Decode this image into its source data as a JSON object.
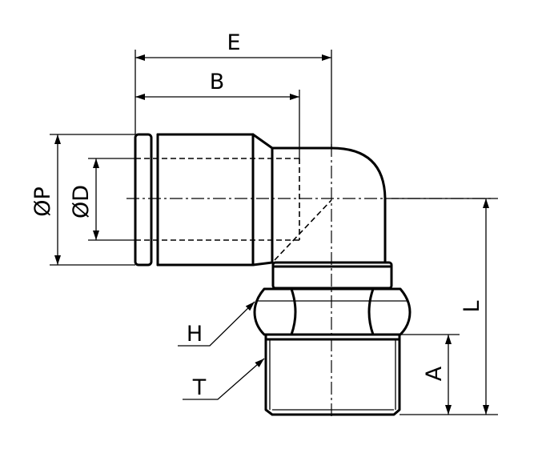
{
  "dimensions": {
    "E": "E",
    "B": "B",
    "P": "ØP",
    "D": "ØD",
    "L": "L",
    "A": "A"
  },
  "callouts": {
    "H": "H",
    "T": "T"
  }
}
